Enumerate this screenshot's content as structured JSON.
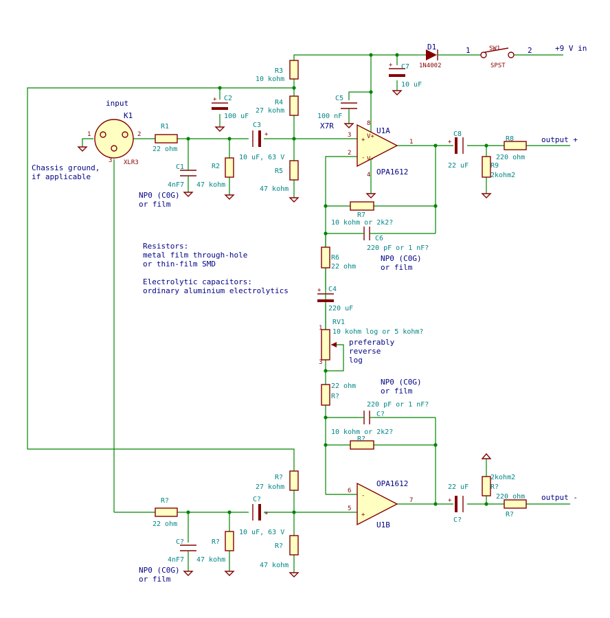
{
  "supply": {
    "label": "+9 V in",
    "d1_ref": "D1",
    "d1_val": "1N4002",
    "sw_ref": "SW1",
    "sw_val": "SPST",
    "sw_pin1": "1",
    "sw_pin2": "2"
  },
  "input": {
    "label": "input",
    "k1_ref": "K1",
    "k1_val": "XLR3",
    "pin1": "1",
    "pin2": "2",
    "pin3": "3",
    "chassis_note_1": "Chassis ground,",
    "chassis_note_2": "if applicable"
  },
  "top": {
    "r1_ref": "R1",
    "r1_val": "22 ohm",
    "c1_ref": "C1",
    "c1_val": "4nF7",
    "c1_note_1": "NP0 (C0G)",
    "c1_note_2": "or film",
    "c2_ref": "C2",
    "c2_val": "100 uF",
    "r2_ref": "R2",
    "r2_val": "47 kohm",
    "c3_ref": "C3",
    "c3_val": "10 uF, 63 V",
    "r3_ref": "R3",
    "r3_val": "10 kohm",
    "r4_ref": "R4",
    "r4_val": "27 kohm",
    "r5_ref": "R5",
    "r5_val": "47 kohm",
    "c5_ref": "C5",
    "c5_val": "100 nF",
    "c5_note": "X7R",
    "c7_ref": "C7",
    "c7_val": "10 uF",
    "u1a_ref": "U1A",
    "u1a_val": "OPA1612",
    "pin_in_p": "3",
    "pin_in_n": "2",
    "pin_out": "1",
    "pin_vp": "8",
    "pin_vn": "4",
    "plus_label": "+",
    "minus_label": "-",
    "vplus_label": "V+",
    "vminus_label": "V-",
    "c8_ref": "C8",
    "c8_val": "22 uF",
    "r8_ref": "R8",
    "r8_val": "220 ohm",
    "r9_ref": "R9",
    "r9_val": "2kohm2",
    "output_label": "output +",
    "r7_ref": "R7",
    "r7_val": "10 kohm or 2k2?",
    "c6_ref": "C6",
    "c6_val": "220 pF or 1 nF?",
    "c6_note_1": "NP0 (C0G)",
    "c6_note_2": "or film",
    "r6_ref": "R6",
    "r6_val": "22 ohm",
    "c4_ref": "C4",
    "c4_val": "220 uF"
  },
  "notes": {
    "res_title": "Resistors:",
    "res_1": "metal film through-hole",
    "res_2": "or thin-film SMD",
    "cap_title": "Electrolytic capacitors:",
    "cap_1": "ordinary aluminium electrolytics"
  },
  "pot": {
    "ref": "RV1",
    "val": "10 kohm log or 5 kohm?",
    "note_1": "preferably",
    "note_2": "reverse",
    "note_3": "log",
    "pin1": "1",
    "pin3": "3"
  },
  "bottom": {
    "rq_ref": "R?",
    "rq_val": "22 ohm",
    "cnp_note_1": "NP0 (C0G)",
    "cnp_note_2": "or film",
    "cq_ref": "C?",
    "cq_val": "220 pF or 1 nF?",
    "rfb_ref": "R?",
    "rfb_val": "10 kohm or 2k2?",
    "r27_ref": "R?",
    "r27_val": "27 kohm",
    "r47_ref": "R?",
    "r47_val": "47 kohm",
    "rin_ref": "R?",
    "rin_val": "22 ohm",
    "cin_ref": "C?",
    "cin_val": "4nF7",
    "cin_note_1": "NP0 (C0G)",
    "cin_note_2": "or film",
    "rin2_ref": "R?",
    "rin2_val": "47 kohm",
    "cc_ref": "C?",
    "cc_val": "10 uF, 63 V",
    "u1b_ref": "U1B",
    "u1b_val": "OPA1612",
    "pin_in_n": "6",
    "pin_in_p": "5",
    "pin_out": "7",
    "plus_label": "+",
    "minus_label": "-",
    "cout_ref": "C?",
    "cout_val": "22 uF",
    "rout_ref": "R?",
    "rout_val": "220 ohm",
    "rsh_ref": "R?",
    "rsh_val": "2kohm2",
    "output_label": "output -"
  },
  "colors": {
    "wire": "#008400",
    "component": "#840000",
    "fill": "#ffffc2",
    "value_text": "#008484",
    "label_text": "#000084",
    "background": "#ffffff"
  }
}
